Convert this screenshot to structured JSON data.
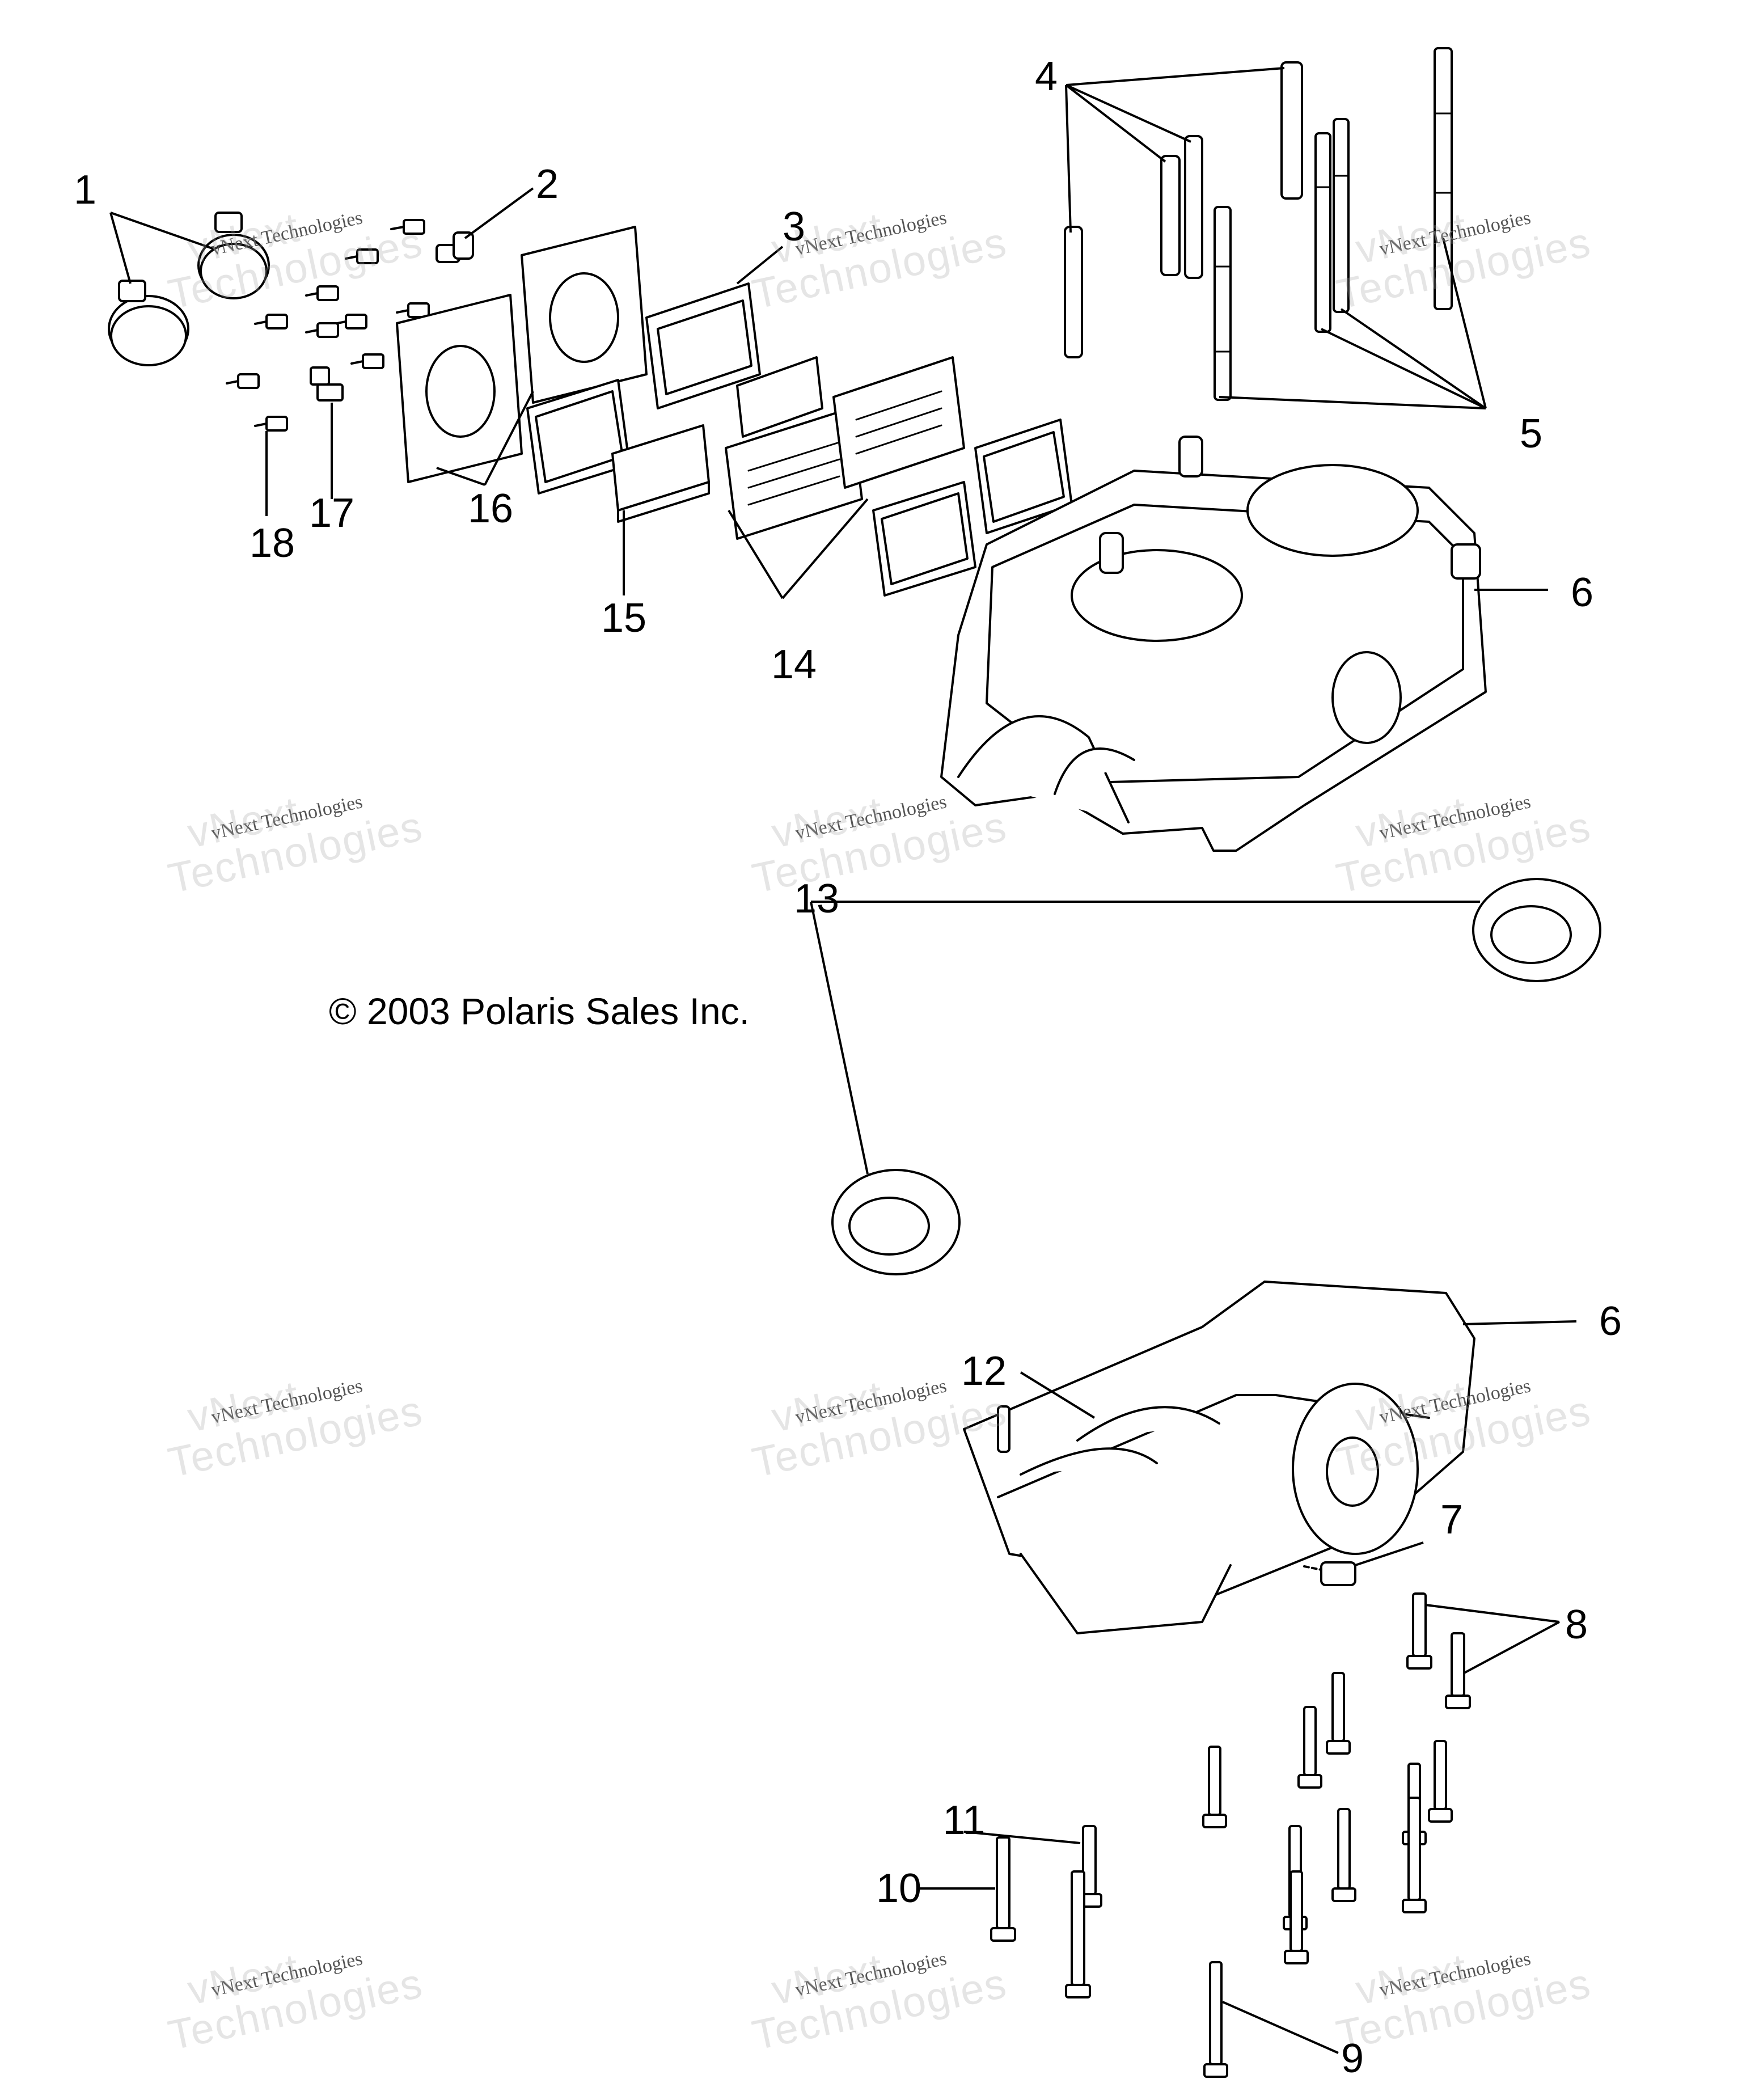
{
  "copyright": "© 2003 Polaris Sales Inc.",
  "watermark": {
    "small_text": "vNext Technologies",
    "big_line1": "vNext",
    "big_line2": "Technologies"
  },
  "callouts": [
    "1",
    "2",
    "3",
    "4",
    "5",
    "6",
    "6",
    "7",
    "8",
    "9",
    "10",
    "11",
    "12",
    "13",
    "14",
    "15",
    "16",
    "17",
    "18"
  ],
  "colors": {
    "line": "#000000",
    "fill": "#ffffff",
    "watermark": "#a0a0a0"
  }
}
